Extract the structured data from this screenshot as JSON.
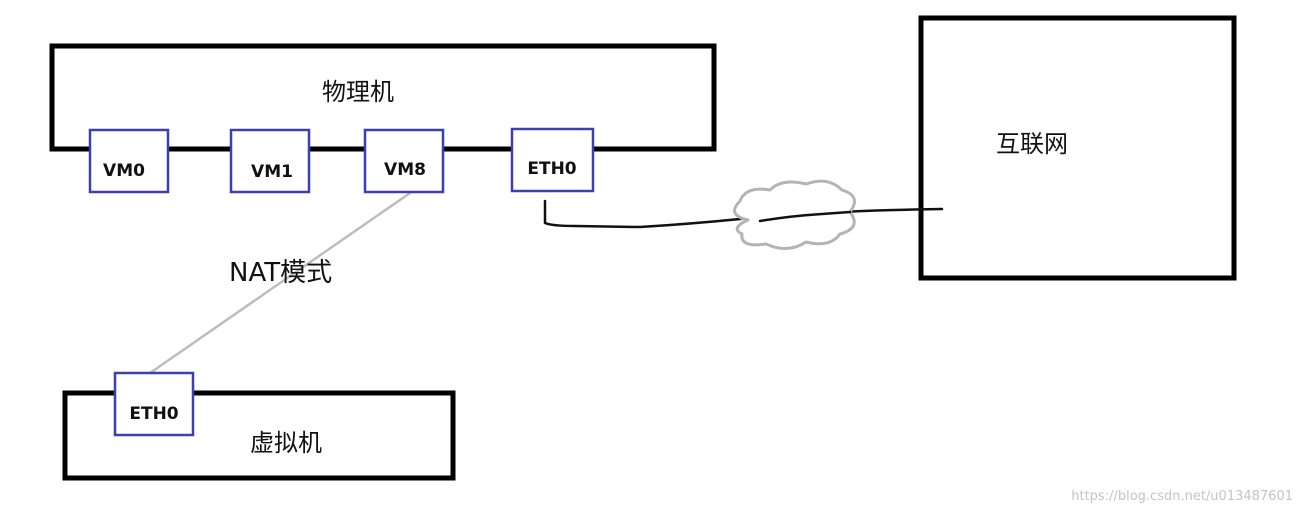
{
  "nodes": {
    "physical_machine": {
      "label": "物理机"
    },
    "internet": {
      "label": "互联网"
    },
    "virtual_machine": {
      "label": "虚拟机"
    }
  },
  "ports": {
    "vm0": "VM0",
    "vm1": "VM1",
    "vm8": "VM8",
    "host_eth0": "ETH0",
    "vm_eth0": "ETH0"
  },
  "edges": {
    "nat_label": "NAT模式"
  },
  "watermark": "https://blog.csdn.net/u013487601",
  "colors": {
    "box_stroke": "#000000",
    "port_stroke": "#3b3fb0",
    "nat_line": "#bdbdbd",
    "cloud_stroke": "#b4b4b4",
    "watermark": "#c4c4c4"
  }
}
